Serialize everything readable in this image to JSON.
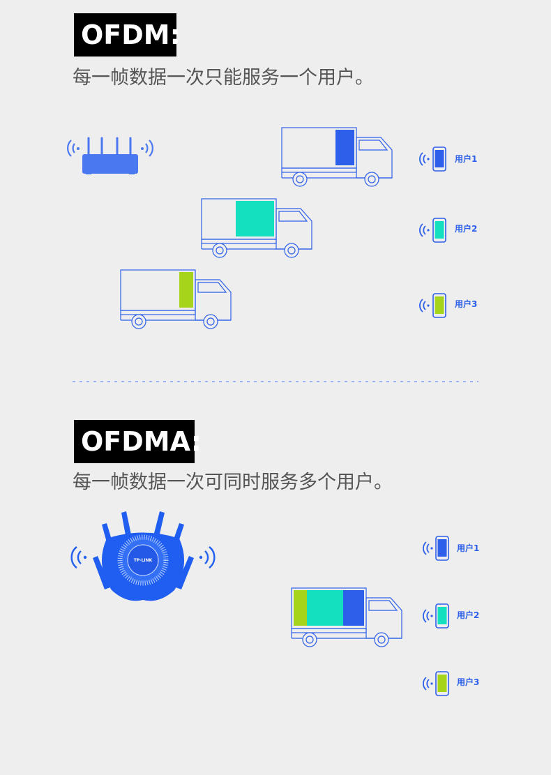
{
  "ofdm": {
    "heading": "OFDM:",
    "subtitle": "每一帧数据一次只能服务一个用户。",
    "users": [
      "用户1",
      "用户2",
      "用户3"
    ]
  },
  "ofdma": {
    "heading": "OFDMA:",
    "subtitle": "每一帧数据一次可同时服务多个用户。",
    "router_logo": "TP-LINK",
    "users": [
      "用户1",
      "用户2",
      "用户3"
    ]
  },
  "colors": {
    "blue": "#2d5fea",
    "cyan": "#14e0c0",
    "green": "#a6d41a",
    "outline": "#2d5fea",
    "router": "#1f5ef0"
  }
}
